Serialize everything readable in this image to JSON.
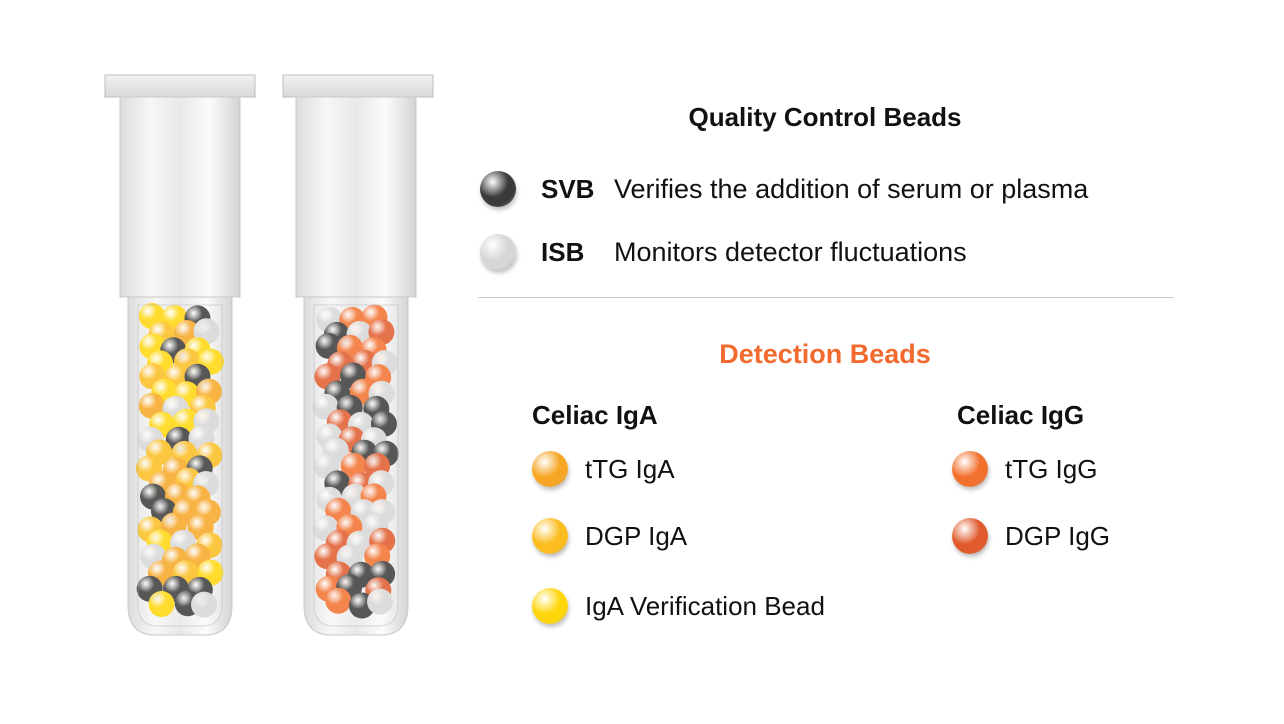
{
  "quality_control": {
    "title": "Quality Control Beads",
    "items": [
      {
        "code": "SVB",
        "description": "Verifies the addition of serum or plasma",
        "icon": "dark-gray-bead-icon",
        "color": "#3a3a3a"
      },
      {
        "code": "ISB",
        "description": "Monitors detector fluctuations",
        "icon": "light-gray-bead-icon",
        "color": "#d6d6d6"
      }
    ]
  },
  "detection": {
    "title": "Detection Beads",
    "title_color": "#f26a2e",
    "groups": [
      {
        "title": "Celiac IgA",
        "items": [
          {
            "label": "tTG IgA",
            "icon": "orange-yellow-bead-icon",
            "color": "#f6a623"
          },
          {
            "label": "DGP IgA",
            "icon": "gold-bead-icon",
            "color": "#fbbd1f"
          },
          {
            "label": "IgA Verification Bead",
            "icon": "yellow-bead-icon",
            "color": "#ffd60a"
          }
        ]
      },
      {
        "title": "Celiac IgG",
        "items": [
          {
            "label": "tTG IgG",
            "icon": "orange-bead-icon",
            "color": "#f2702e"
          },
          {
            "label": "DGP IgG",
            "icon": "red-orange-bead-icon",
            "color": "#e05a2c"
          }
        ]
      }
    ]
  },
  "tubes": [
    {
      "name": "celiac-iga-tube",
      "bead_colors": [
        "#f6a623",
        "#fbbd1f",
        "#ffd60a",
        "#d6d6d6",
        "#3a3a3a"
      ]
    },
    {
      "name": "celiac-igg-tube",
      "bead_colors": [
        "#f2702e",
        "#e05a2c",
        "#d6d6d6",
        "#3a3a3a"
      ]
    }
  ]
}
